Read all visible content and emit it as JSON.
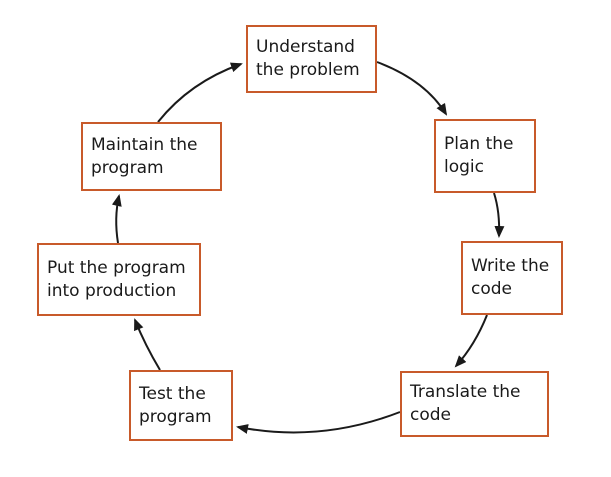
{
  "diagram": {
    "type": "cycle",
    "colors": {
      "box_border": "#c85a2a",
      "arrow": "#1a1a1a",
      "text": "#1a1a1a",
      "background": "#ffffff"
    },
    "steps": [
      {
        "line1": "Understand",
        "line2": "the problem"
      },
      {
        "line1": "Plan the",
        "line2": "logic"
      },
      {
        "line1": "Write the",
        "line2": "code"
      },
      {
        "line1": "Translate the",
        "line2": "code"
      },
      {
        "line1": "Test the",
        "line2": "program"
      },
      {
        "line1": "Put the program",
        "line2": "into production"
      },
      {
        "line1": "Maintain the",
        "line2": "program"
      }
    ],
    "connections": [
      {
        "from": 0,
        "to": 1
      },
      {
        "from": 1,
        "to": 2
      },
      {
        "from": 2,
        "to": 3
      },
      {
        "from": 3,
        "to": 4
      },
      {
        "from": 4,
        "to": 5
      },
      {
        "from": 5,
        "to": 6
      },
      {
        "from": 6,
        "to": 0
      }
    ]
  }
}
